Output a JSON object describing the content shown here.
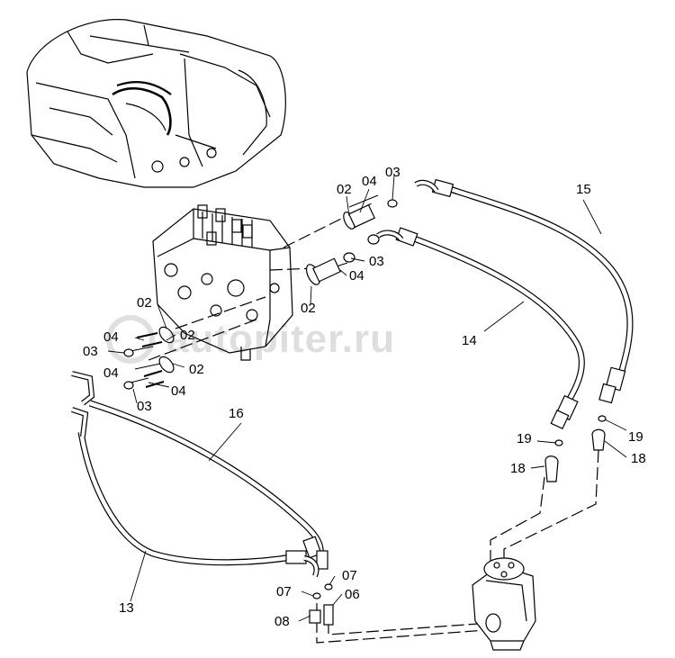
{
  "watermark": "autopiter.ru",
  "callouts": {
    "c15": "15",
    "c14": "14",
    "c16": "16",
    "c13": "13",
    "c19a": "19",
    "c19b": "19",
    "c18a": "18",
    "c18b": "18",
    "c02_top": "02",
    "c04_top": "04",
    "c03_top": "03",
    "c03_mid": "03",
    "c04_mid": "04",
    "c02_mid": "02",
    "c02_l1": "02",
    "c04_l1": "04",
    "c02_l2": "02",
    "c03_l": "03",
    "c04_l2": "04",
    "c02_l3": "02",
    "c04_l3": "04",
    "c03_l2": "03",
    "c07a": "07",
    "c07b": "07",
    "c06": "06",
    "c08": "08"
  }
}
